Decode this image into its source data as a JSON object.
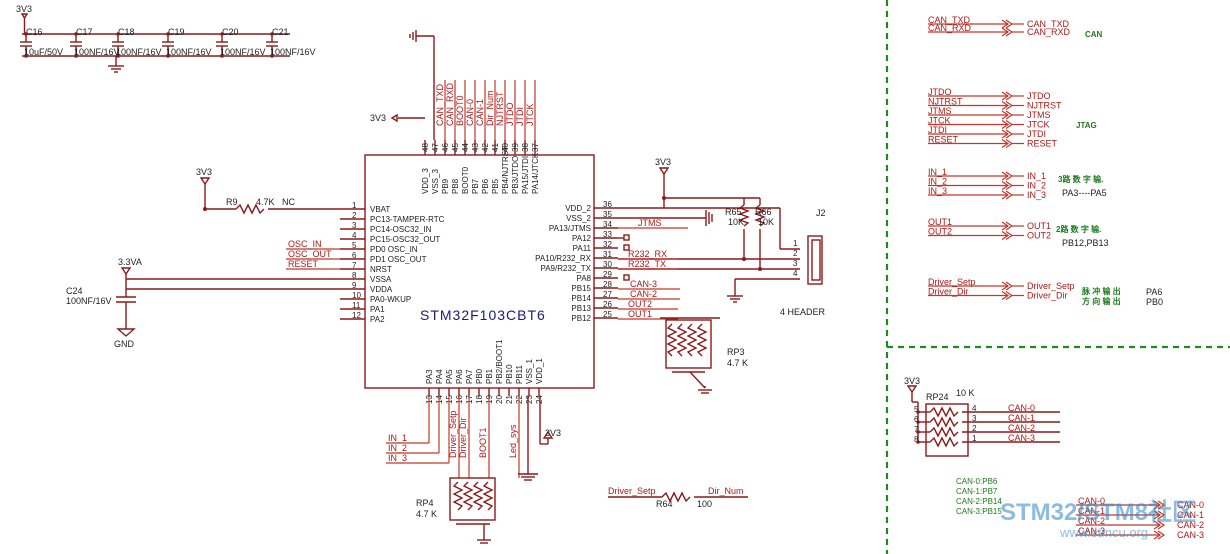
{
  "caps": {
    "supply": "3V3",
    "refs": [
      "C16",
      "C17",
      "C18",
      "C19",
      "C20",
      "C21"
    ],
    "values": [
      "10uF/50V",
      "100NF/16V",
      "100NF/16V",
      "100NF/16V",
      "100NF/16V",
      "100NF/16V"
    ]
  },
  "mcu": {
    "part": "STM32F103CBT6",
    "left_pins": [
      {
        "num": "1",
        "name": "VBAT"
      },
      {
        "num": "2",
        "name": "PC13-TAMPER-RTC"
      },
      {
        "num": "3",
        "name": "PC14-OSC32_IN"
      },
      {
        "num": "4",
        "name": "PC15-OSC32_OUT"
      },
      {
        "num": "5",
        "name": "PD0 OSC_IN"
      },
      {
        "num": "6",
        "name": "PD1 OSC_OUT"
      },
      {
        "num": "7",
        "name": "NRST"
      },
      {
        "num": "8",
        "name": "VSSA"
      },
      {
        "num": "9",
        "name": "VDDA"
      },
      {
        "num": "10",
        "name": "PA0-WKUP"
      },
      {
        "num": "11",
        "name": "PA1"
      },
      {
        "num": "12",
        "name": "PA2"
      }
    ],
    "right_pins": [
      {
        "num": "36",
        "name": "VDD_2"
      },
      {
        "num": "35",
        "name": "VSS_2"
      },
      {
        "num": "34",
        "name": "PA13/JTMS"
      },
      {
        "num": "33",
        "name": "PA12"
      },
      {
        "num": "32",
        "name": "PA11"
      },
      {
        "num": "31",
        "name": "PA10/R232_RX"
      },
      {
        "num": "30",
        "name": "PA9/R232_TX"
      },
      {
        "num": "29",
        "name": "PA8"
      },
      {
        "num": "28",
        "name": "PB15"
      },
      {
        "num": "27",
        "name": "PB14"
      },
      {
        "num": "26",
        "name": "PB13"
      },
      {
        "num": "25",
        "name": "PB12"
      }
    ],
    "top_pins": [
      {
        "num": "48",
        "name": "VDD_3"
      },
      {
        "num": "47",
        "name": "VSS_3"
      },
      {
        "num": "46",
        "name": "PB9"
      },
      {
        "num": "45",
        "name": "PB8"
      },
      {
        "num": "44",
        "name": "BOOT0"
      },
      {
        "num": "43",
        "name": "PB7"
      },
      {
        "num": "42",
        "name": "PB6"
      },
      {
        "num": "41",
        "name": "PB5"
      },
      {
        "num": "40",
        "name": "PB4/NJTRST"
      },
      {
        "num": "39",
        "name": "PB3/JTDO"
      },
      {
        "num": "38",
        "name": "PA15/JTDI"
      },
      {
        "num": "37",
        "name": "PA14/JTCK"
      }
    ],
    "bottom_pins": [
      {
        "num": "13",
        "name": "PA3"
      },
      {
        "num": "14",
        "name": "PA4"
      },
      {
        "num": "15",
        "name": "PA5"
      },
      {
        "num": "16",
        "name": "PA6"
      },
      {
        "num": "17",
        "name": "PA7"
      },
      {
        "num": "18",
        "name": "PB0"
      },
      {
        "num": "19",
        "name": "PB1"
      },
      {
        "num": "20",
        "name": "PB2/BOOT1"
      },
      {
        "num": "21",
        "name": "PB10"
      },
      {
        "num": "22",
        "name": "PB11"
      },
      {
        "num": "23",
        "name": "VSS_1"
      },
      {
        "num": "24",
        "name": "VDD_1"
      }
    ],
    "top_nets": [
      "CAN_TXD",
      "CAN_RXD",
      "BOOT0",
      "CAN-0",
      "CAN-1",
      "Dir_Num",
      "NJTRST",
      "JTDO",
      "JTDI",
      "JTCK"
    ],
    "left_nets": [
      "OSC_IN",
      "OSC_OUT",
      "RESET"
    ],
    "right_nets": [
      "JTMS",
      "R232_RX",
      "R232_TX",
      "CAN-3",
      "CAN-2",
      "OUT2",
      "OUT1"
    ],
    "bottom_nets": [
      "Driver_Setp",
      "Driver_Dir",
      "BOOT1",
      "Led_sys"
    ],
    "in_nets": [
      "IN_1",
      "IN_2",
      "IN_3"
    ]
  },
  "r9": {
    "ref": "R9",
    "value": "4.7K",
    "note": "NC",
    "supply": "3V3"
  },
  "c24": {
    "supply": "3.3VA",
    "ref": "C24",
    "value": "100NF/16V",
    "gnd": "GND"
  },
  "vdd_top": "3V3",
  "vdd_right": "3V3",
  "vdd_bottom": "3V3",
  "r65": {
    "ref": "R65",
    "value": "10K"
  },
  "r66": {
    "ref": "R66",
    "value": "10K"
  },
  "j2": {
    "ref": "J2",
    "pins": [
      "1",
      "2",
      "3",
      "4"
    ],
    "label": "4 HEADER"
  },
  "rp3": {
    "ref": "RP3",
    "value": "4.7 K"
  },
  "rp4": {
    "ref": "RP4",
    "value": "4.7 K"
  },
  "r64": {
    "ref": "R64",
    "value": "100",
    "in": "Driver_Setp",
    "out": "Dir_Num"
  },
  "nets_right": {
    "can": {
      "in": [
        "CAN_TXD",
        "CAN_RXD"
      ],
      "out": [
        "CAN_TXD",
        "CAN_RXD"
      ],
      "note": "CAN"
    },
    "jtag": {
      "in": [
        "JTDO",
        "NJTRST",
        "JTMS",
        "JTCK",
        "JTDI",
        "RESET"
      ],
      "out": [
        "JTDO",
        "NJTRST",
        "JTMS",
        "JTCK",
        "JTDI",
        "RESET"
      ],
      "note": "JTAG"
    },
    "inputs": {
      "in": [
        "IN_1",
        "IN_2",
        "IN_3"
      ],
      "out": [
        "IN_1",
        "IN_2",
        "IN_3"
      ],
      "note": "3路 数 字 输.",
      "note2": "PA3----PA5"
    },
    "outputs": {
      "in": [
        "OUT1",
        "OUT2"
      ],
      "out": [
        "OUT1",
        "OUT2"
      ],
      "note": "2路 数 字 输.",
      "note2": "PB12,PB13"
    },
    "driver": {
      "in": [
        "Driver_Setp",
        "Driver_Dir"
      ],
      "out": [
        "Driver_Setp",
        "Driver_Dir"
      ],
      "note": "脉 冲 输 出",
      "note_b": "方 向 输 出",
      "pins": [
        "PA6",
        "PB0"
      ]
    }
  },
  "rp24": {
    "supply": "3V3",
    "ref": "RP24",
    "value": "10 K",
    "pins_left": [
      "5",
      "6",
      "7",
      "8"
    ],
    "pins_right": [
      "4",
      "3",
      "2",
      "1"
    ],
    "nets": [
      "CAN-0",
      "CAN-1",
      "CAN-2",
      "CAN-3"
    ]
  },
  "can_map": [
    "CAN-0:PB6",
    "CAN-1:PB7",
    "CAN-2:PB14",
    "CAN-3:PB15"
  ],
  "can_bottom": {
    "in": [
      "CAN-0",
      "CAN-1",
      "CAN-2",
      "CAN-3"
    ],
    "out": [
      "CAN-0",
      "CAN-1",
      "CAN-2",
      "CAN-3"
    ]
  },
  "watermark": {
    "brand": "STM32/STM8社区",
    "url": "www.stmcu.org"
  }
}
